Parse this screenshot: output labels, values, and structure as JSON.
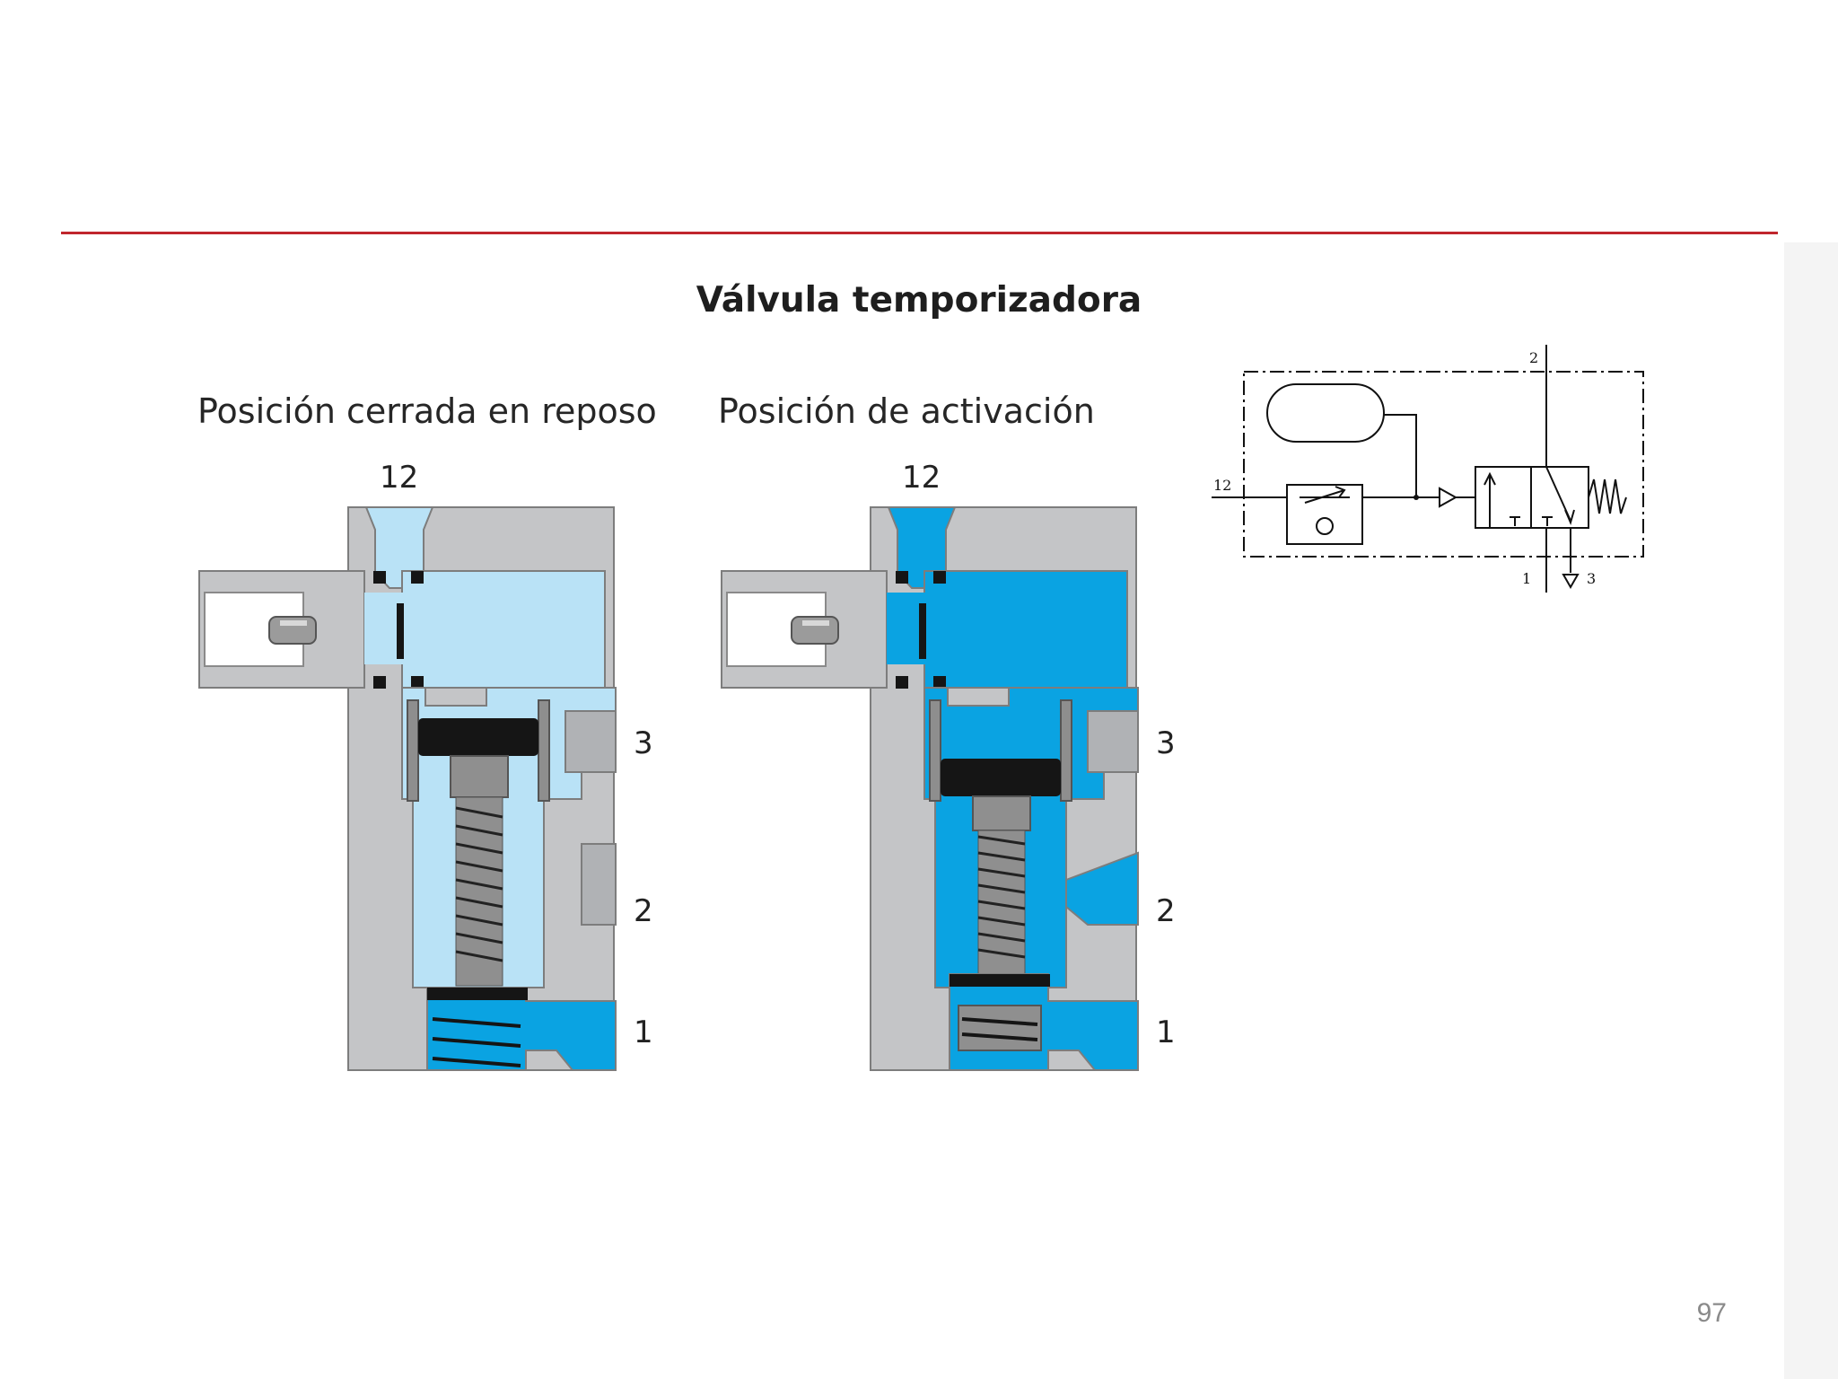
{
  "slide": {
    "title": "Válvula temporizadora",
    "page_number": "97",
    "accent_color": "#c0262d"
  },
  "views": [
    {
      "caption": "Posición cerrada en reposo",
      "ports": {
        "p12": "12",
        "p3": "3",
        "p2": "2",
        "p1": "1"
      },
      "state": "rest"
    },
    {
      "caption": "Posición de activación",
      "ports": {
        "p12": "12",
        "p3": "3",
        "p2": "2",
        "p1": "1"
      },
      "state": "active"
    }
  ],
  "symbol": {
    "port_2": "2",
    "port_12": "12",
    "port_1": "1",
    "port_3": "3"
  },
  "colors": {
    "body_gray": "#c4c5c7",
    "air_light": "#b9e2f6",
    "air_pressurized": "#0aa3e2",
    "seal_black": "#151515"
  }
}
